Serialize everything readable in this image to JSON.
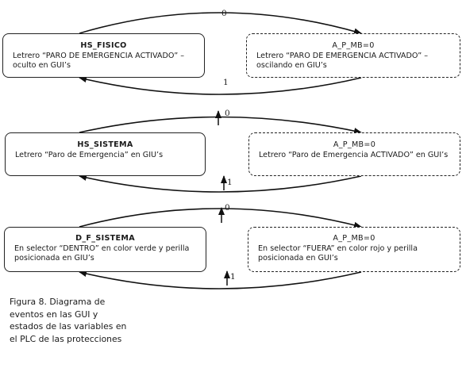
{
  "states": [
    {
      "left": {
        "title": "HS_FISICO",
        "text": "Letrero “PARO DE EMERGENCIA ACTIVADO” – oculto en GUI’s"
      },
      "right": {
        "title": "A_P_MB=0",
        "text": "Letrero “PARO DE EMERGENCIA ACTIVADO” – oscilando en GIU’s"
      },
      "top_label": "0",
      "bottom_label": "1"
    },
    {
      "left": {
        "title": "HS_SISTEMA",
        "text": "Letrero “Paro de Emergencia” en GIU’s"
      },
      "right": {
        "title": "A_P_MB=0",
        "text": "Letrero “Paro de Emergencia ACTIVADO” en GUI’s"
      },
      "top_label": "0",
      "bottom_label": "1"
    },
    {
      "left": {
        "title": "D_F_SISTEMA",
        "text": "En selector “DENTRO” en color verde y perilla posicionada en GIU’s"
      },
      "right": {
        "title": "A_P_MB=0",
        "text": "En selector “FUERA” en color rojo y perilla posicionada en GUI’s"
      },
      "top_label": "0",
      "bottom_label": "1"
    }
  ],
  "caption": "Figura 8. Diagrama de eventos en las GUI y estados de las variables en el PLC de las protecciones"
}
